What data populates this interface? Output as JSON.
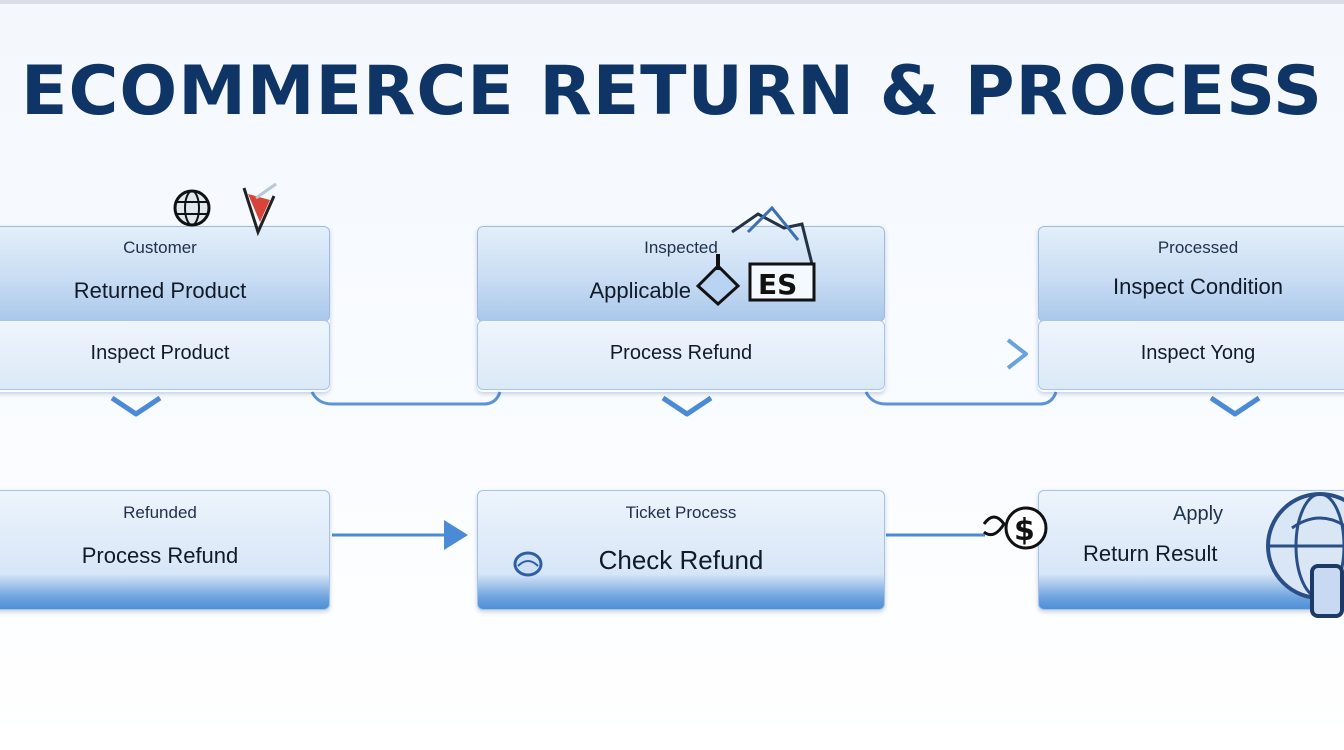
{
  "title": "ECOMMERCE RETURN & PROCESS",
  "colors": {
    "title": "#0e3566",
    "box_header": "#c9ddf4",
    "box_accent": "#4f8fd6",
    "connector": "#4a8ad6"
  },
  "nodes": {
    "top_left": {
      "small": "Customer",
      "main": "Returned Product",
      "foot": "Inspect Product"
    },
    "top_center": {
      "small": "Inspected",
      "main": "Applicable",
      "foot": "Process Refund"
    },
    "top_right": {
      "small": "Processed",
      "main": "Inspect Condition",
      "foot": "Inspect Yong"
    },
    "bottom_left": {
      "small": "Refunded",
      "main": "Process Refund"
    },
    "bottom_center": {
      "small": "Ticket Process",
      "main": "Check Refund"
    },
    "bottom_right": {
      "small": "Apply",
      "main": "Return Result"
    }
  },
  "icons": [
    "globe-icon",
    "warning-icon",
    "shopping-cart-icon",
    "dollar-icon",
    "support-globe-icon",
    "small-globe-icon"
  ]
}
